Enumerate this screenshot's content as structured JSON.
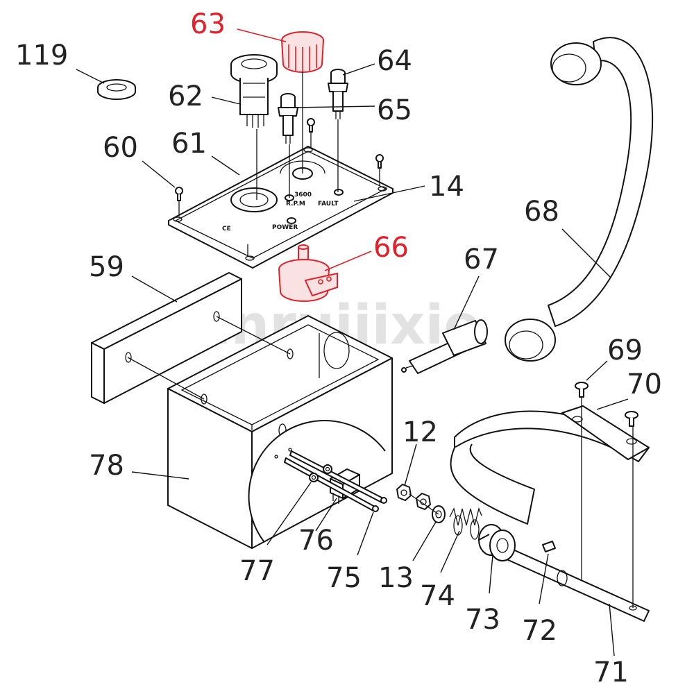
{
  "watermark": "anruijixie",
  "panel_text": {
    "rpm_value": "3600",
    "rpm_label": "R.P.M",
    "fault": "FAULT",
    "power": "POWER",
    "ce": "CE"
  },
  "colors": {
    "line": "#111111",
    "highlight": "#e0202a",
    "watermark": "#d9d9d9"
  },
  "labels": [
    {
      "id": "119",
      "text": "119",
      "highlight": false
    },
    {
      "id": "63",
      "text": "63",
      "highlight": true
    },
    {
      "id": "64",
      "text": "64",
      "highlight": false
    },
    {
      "id": "62",
      "text": "62",
      "highlight": false
    },
    {
      "id": "65",
      "text": "65",
      "highlight": false
    },
    {
      "id": "60",
      "text": "60",
      "highlight": false
    },
    {
      "id": "61",
      "text": "61",
      "highlight": false
    },
    {
      "id": "14",
      "text": "14",
      "highlight": false
    },
    {
      "id": "66",
      "text": "66",
      "highlight": true
    },
    {
      "id": "59",
      "text": "59",
      "highlight": false
    },
    {
      "id": "67",
      "text": "67",
      "highlight": false
    },
    {
      "id": "68",
      "text": "68",
      "highlight": false
    },
    {
      "id": "69",
      "text": "69",
      "highlight": false
    },
    {
      "id": "70",
      "text": "70",
      "highlight": false
    },
    {
      "id": "78",
      "text": "78",
      "highlight": false
    },
    {
      "id": "12",
      "text": "12",
      "highlight": false
    },
    {
      "id": "77",
      "text": "77",
      "highlight": false
    },
    {
      "id": "76",
      "text": "76",
      "highlight": false
    },
    {
      "id": "75",
      "text": "75",
      "highlight": false
    },
    {
      "id": "13",
      "text": "13",
      "highlight": false
    },
    {
      "id": "74",
      "text": "74",
      "highlight": false
    },
    {
      "id": "73",
      "text": "73",
      "highlight": false
    },
    {
      "id": "72",
      "text": "72",
      "highlight": false
    },
    {
      "id": "71",
      "text": "71",
      "highlight": false
    }
  ]
}
